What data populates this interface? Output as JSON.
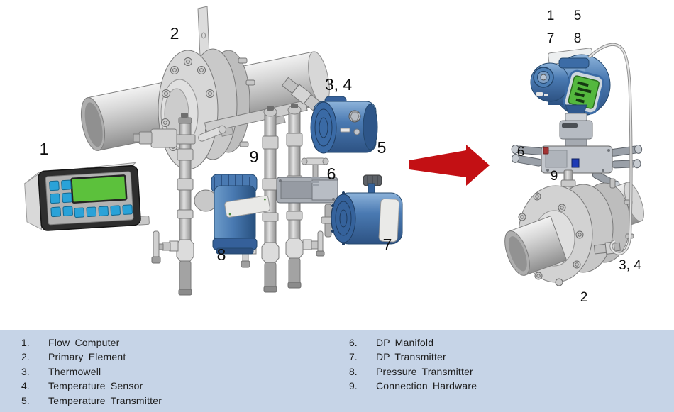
{
  "diagram": {
    "left": {
      "callouts": {
        "flow_computer": "1",
        "primary_element": "2",
        "thermowell_sensor": "3, 4",
        "temperature_transmitter": "5",
        "dp_manifold": "6",
        "dp_transmitter": "7",
        "pressure_transmitter": "8",
        "connection_hardware": "9"
      }
    },
    "right": {
      "callouts": {
        "flow_computer": "1",
        "temperature_transmitter": "5",
        "dp_transmitter": "7",
        "pressure_transmitter": "8",
        "dp_manifold": "6",
        "connection_hardware": "9",
        "thermowell_sensor": "3, 4",
        "primary_element": "2"
      }
    },
    "arrow_icon": "right-arrow"
  },
  "legend": {
    "columns": [
      {
        "items": [
          {
            "num": "1.",
            "label": "Flow Computer"
          },
          {
            "num": "2.",
            "label": "Primary Element"
          },
          {
            "num": "3.",
            "label": "Thermowell"
          },
          {
            "num": "4.",
            "label": "Temperature Sensor"
          },
          {
            "num": "5.",
            "label": "Temperature Transmitter"
          }
        ]
      },
      {
        "items": [
          {
            "num": "6.",
            "label": "DP Manifold"
          },
          {
            "num": "7.",
            "label": "DP Transmitter"
          },
          {
            "num": "8.",
            "label": "Pressure Transmitter"
          },
          {
            "num": "9.",
            "label": "Connection Hardware"
          }
        ]
      }
    ]
  },
  "colors": {
    "legend_background": "#c6d4e7",
    "arrow_red": "#c31014",
    "device_blue": "#4a7ab2",
    "screen_green": "#5cc13c",
    "keypad_blue": "#2aa2d8",
    "metal_gray": "#c9c9c9",
    "text": "#1c1c1c"
  }
}
